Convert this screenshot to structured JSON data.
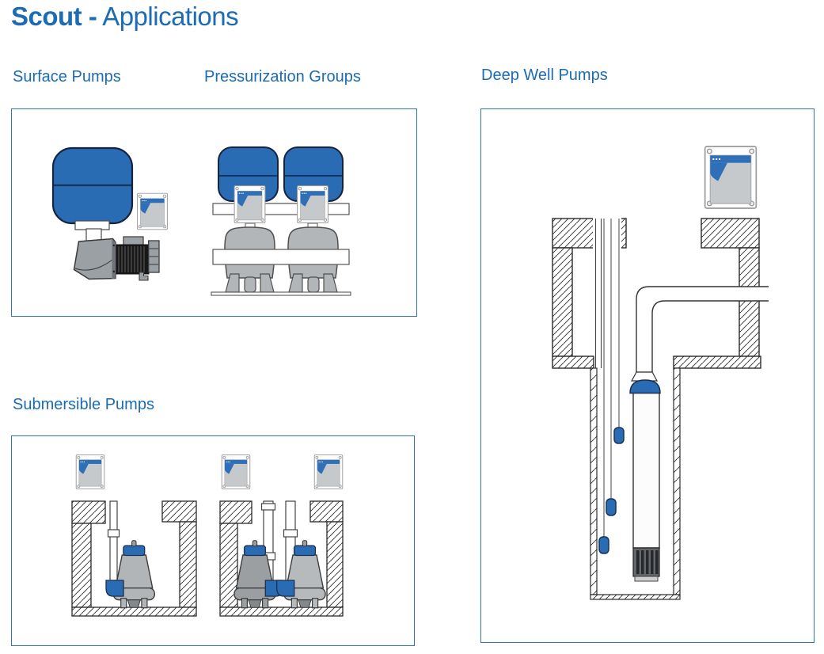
{
  "page": {
    "title_bold": "Scout -",
    "title_regular": "Applications"
  },
  "sections": {
    "surface": {
      "label": "Surface Pumps"
    },
    "pressurization": {
      "label": "Pressurization Groups"
    },
    "deep_well": {
      "label": "Deep Well Pumps"
    },
    "submersible": {
      "label": "Submersible Pumps"
    }
  },
  "colors": {
    "heading_blue": "#1b6cb4",
    "panel_border_blue": "#2e74b5",
    "tank_blue": "#2a6cb4",
    "controller_blue": "#2e6fb7",
    "pump_gray": "#b2b5b8",
    "motor_dark": "#1c1c1c",
    "controller_panel_gray": "#c6c9cb"
  },
  "illustrations": {
    "surface": [
      "pressure-tank",
      "scout-controller-unit",
      "surface-pump"
    ],
    "pressurization": [
      "pressure-tank",
      "pressure-tank",
      "scout-controller-unit",
      "scout-controller-unit",
      "pump-vessel",
      "pump-vessel",
      "manifold-pipes",
      "base-plate"
    ],
    "submersible": [
      "scout-controller-unit",
      "scout-controller-unit",
      "scout-controller-unit",
      "single-pump-pit",
      "twin-pump-pit",
      "submersible-pump",
      "riser-pipe"
    ],
    "deep_well": [
      "scout-controller-unit",
      "well-cross-section",
      "deep-well-pump",
      "discharge-pipe",
      "float-switch",
      "float-switch",
      "float-switch"
    ]
  }
}
